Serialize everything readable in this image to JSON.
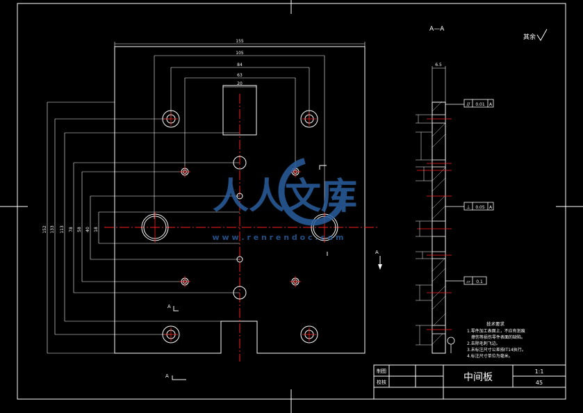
{
  "section_title": "A—A",
  "surface_finish_note": "其余",
  "dims": {
    "w155": "155",
    "w105": "105",
    "w84": "84",
    "w63": "63",
    "w20": "20",
    "h152": "152",
    "h133": "133",
    "h113": "113",
    "h78": "78",
    "h58": "58",
    "h40": "40",
    "h18": "18",
    "thk": "6.5"
  },
  "section_marks": {
    "a_top": "A",
    "a_bottom": "A",
    "a_mid": "A"
  },
  "tolerances": {
    "parallel_val": "0.01",
    "parallel_ref": "A",
    "perp_val": "0.05",
    "perp_ref": "A",
    "flat_val": "0.1"
  },
  "tech": {
    "title": "技术要求",
    "lines": [
      "1.零件加工表面上，不应有划痕",
      "擦伤等损伤零件表面的缺陷。",
      "2.去除毛刺飞边。",
      "3.未标注尺寸公差按IT14执行。",
      "4.标注尺寸单位为毫米。"
    ]
  },
  "title_block": {
    "drawn": "制图",
    "checked": "校核",
    "part_name": "中间板",
    "scale": "1:1",
    "material": "45"
  },
  "watermark": {
    "main": "人人文库",
    "url": "w w w . r e n r e n d o c . c o m"
  },
  "colors": {
    "line": "#ffffff",
    "center": "#ff2020",
    "watermark": "#2a5f9e"
  }
}
